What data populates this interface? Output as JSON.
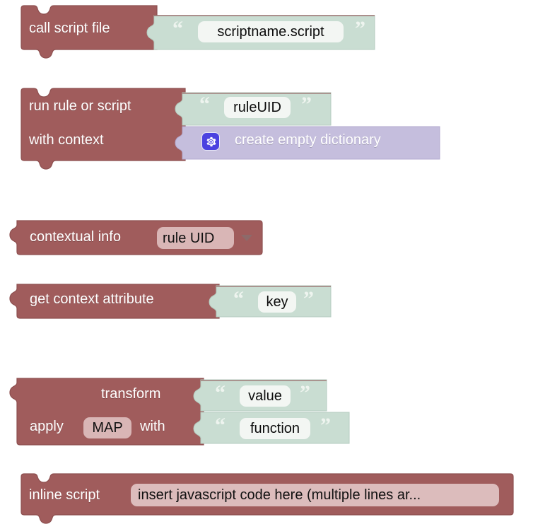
{
  "editor": {
    "name": "blockly-workspace",
    "background": "#ffffff",
    "palette": {
      "statement_block": "#a05c5c",
      "statement_block_dark": "#8d4f4f",
      "string_block": "#c9ddd2",
      "dict_block": "#c5bedd",
      "field_light": "#f3f6f3",
      "field_rose": "#d9b6b6",
      "text_light": "#ffffff",
      "text_dark": "#101010",
      "mutator_blue": "#4b42e0"
    }
  },
  "blocks": [
    {
      "id": "call-script-file",
      "kind": "statement",
      "labels": [
        "call script file"
      ],
      "inputs": [
        {
          "kind": "string",
          "open_quote": "“",
          "close_quote": "”",
          "value": "scriptname.script"
        }
      ]
    },
    {
      "id": "run-rule-or-script",
      "kind": "statement",
      "labels": [
        "run rule or script",
        "with context"
      ],
      "inputs": [
        {
          "kind": "string",
          "open_quote": "“",
          "close_quote": "”",
          "value": "ruleUID"
        },
        {
          "kind": "dictionary",
          "mutator_icon": "gear-icon",
          "value": "create empty dictionary"
        }
      ]
    },
    {
      "id": "contextual-info",
      "kind": "value-output",
      "labels": [
        "contextual info"
      ],
      "dropdown": {
        "value": "rule UID",
        "icon": "chevron-down-icon"
      }
    },
    {
      "id": "get-context-attribute",
      "kind": "value-output",
      "labels": [
        "get context attribute"
      ],
      "inputs": [
        {
          "kind": "string",
          "open_quote": "“",
          "close_quote": "”",
          "value": "key"
        }
      ]
    },
    {
      "id": "transform",
      "kind": "value-output",
      "labels": [
        "transform",
        "apply",
        "with"
      ],
      "dropdown": {
        "value": "MAP"
      },
      "inputs": [
        {
          "kind": "string",
          "open_quote": "“",
          "close_quote": "”",
          "value": "value"
        },
        {
          "kind": "string",
          "open_quote": "“",
          "close_quote": "”",
          "value": "function"
        }
      ]
    },
    {
      "id": "inline-script",
      "kind": "statement",
      "labels": [
        "inline script"
      ],
      "text_field": {
        "value": "insert javascript code here (multiple lines ar..."
      }
    }
  ]
}
